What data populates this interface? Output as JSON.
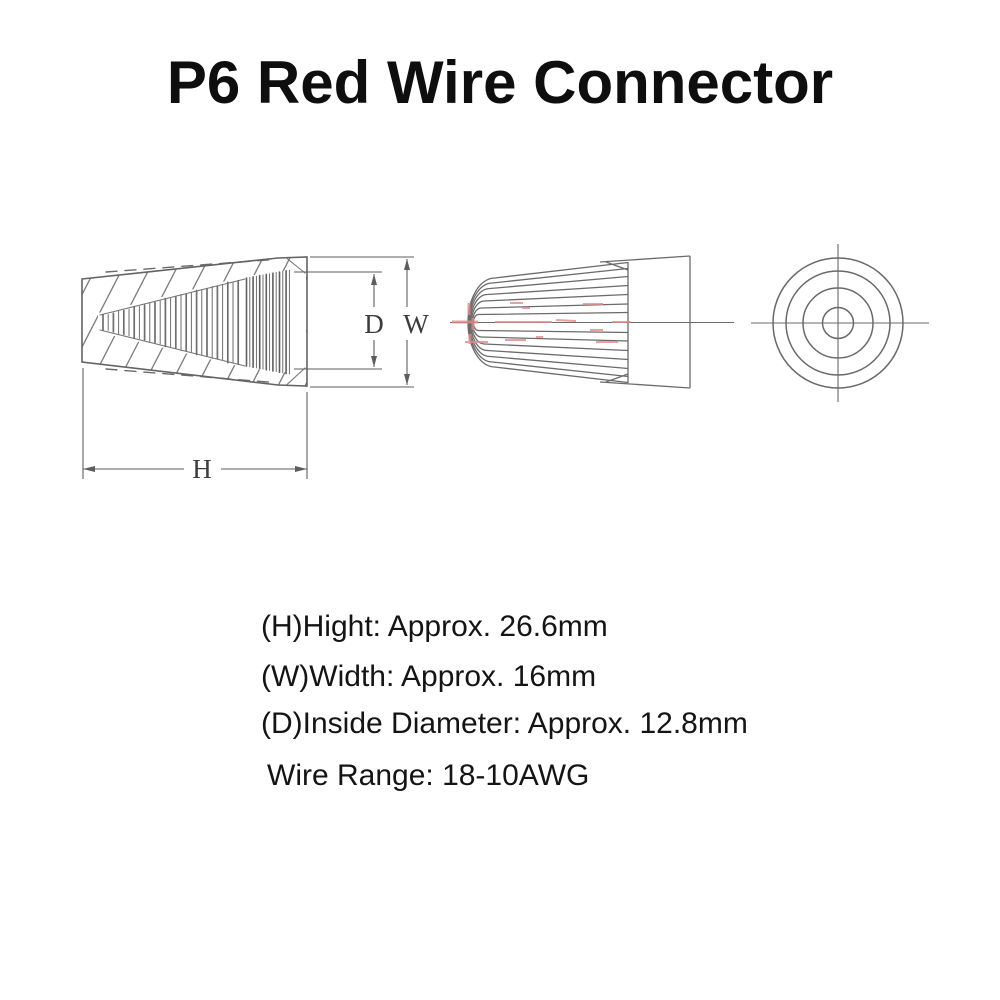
{
  "title": "P6 Red Wire Connector",
  "drawing": {
    "dim_labels": {
      "h": "H",
      "w": "W",
      "d": "D"
    }
  },
  "specs": [
    "(H)Hight: Approx. 26.6mm",
    "(W)Width: Approx. 16mm",
    "(D)Inside Diameter: Approx. 12.8mm",
    "Wire Range: 18-10AWG"
  ]
}
